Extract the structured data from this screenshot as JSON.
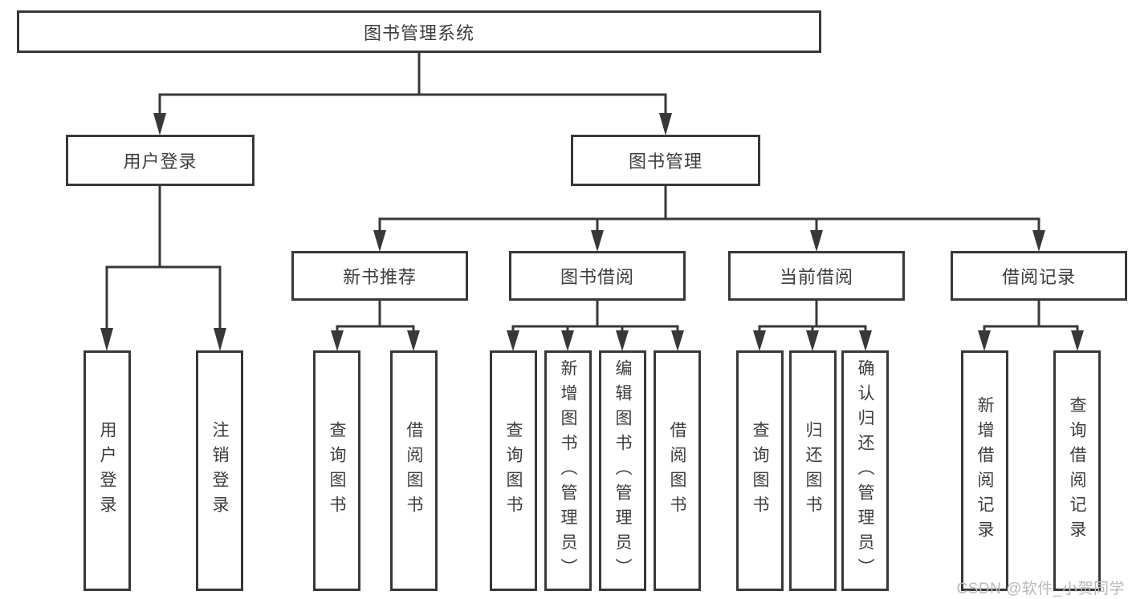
{
  "nodes": {
    "root": "图书管理系统",
    "login": "用户登录",
    "mgmt": "图书管理",
    "newbook": "新书推荐",
    "borrow": "图书借阅",
    "current": "当前借阅",
    "records": "借阅记录",
    "leaf_login_1": "用户登录",
    "leaf_login_2": "注销登录",
    "leaf_nb_1": "查询图书",
    "leaf_nb_2": "借阅图书",
    "leaf_bw_1": "查询图书",
    "leaf_bw_2": "新增图书（管理员）",
    "leaf_bw_3": "编辑图书（管理员）",
    "leaf_bw_4": "借阅图书",
    "leaf_cur_1": "查询图书",
    "leaf_cur_2": "归还图书",
    "leaf_cur_3": "确认归还（管理员）",
    "leaf_rec_1": "新增借阅记录",
    "leaf_rec_2": "查询借阅记录"
  },
  "watermark": "CSDN @软件_小贺同学",
  "colors": {
    "line": "#383838",
    "text": "#3d3d3d",
    "watermark": "#b9b9b9",
    "background": "#ffffff"
  }
}
